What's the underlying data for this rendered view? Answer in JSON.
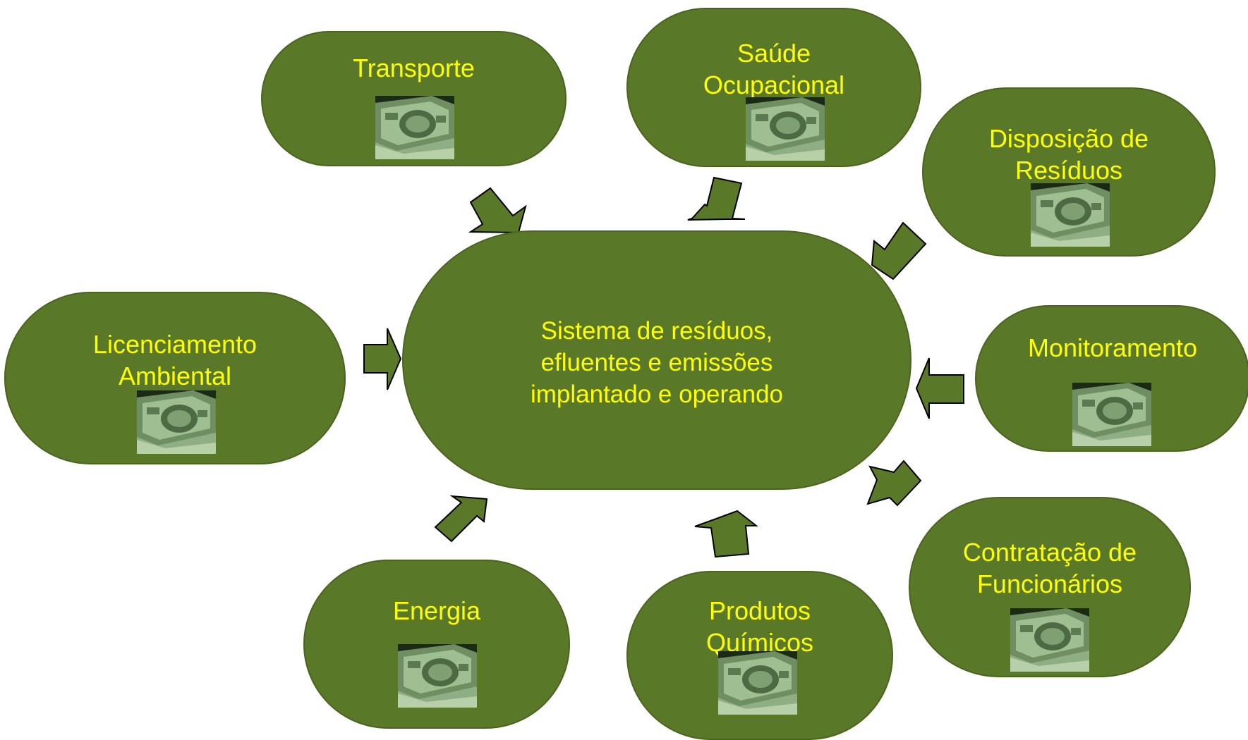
{
  "center": {
    "text": "Sistema de resíduos,\nefluentes e emissões\nimplantado e operando"
  },
  "nodes": {
    "transporte": "Transporte",
    "saude": "Saúde\nOcupacional",
    "disposicao": "Disposição de\nResíduos",
    "licenciamento": "Licenciamento\nAmbiental",
    "monitoramento": "Monitoramento",
    "contratacao": "Contratação de\nFuncionários",
    "energia": "Energia",
    "produtos": "Produtos\nQuímicos"
  },
  "icons": {
    "money": "money-banknote-icon",
    "arrow": "block-arrow-icon"
  },
  "colors": {
    "node_fill": "#5a7928",
    "text": "#ffff00",
    "arrow_fill": "#5a7928",
    "arrow_stroke": "#000000"
  }
}
